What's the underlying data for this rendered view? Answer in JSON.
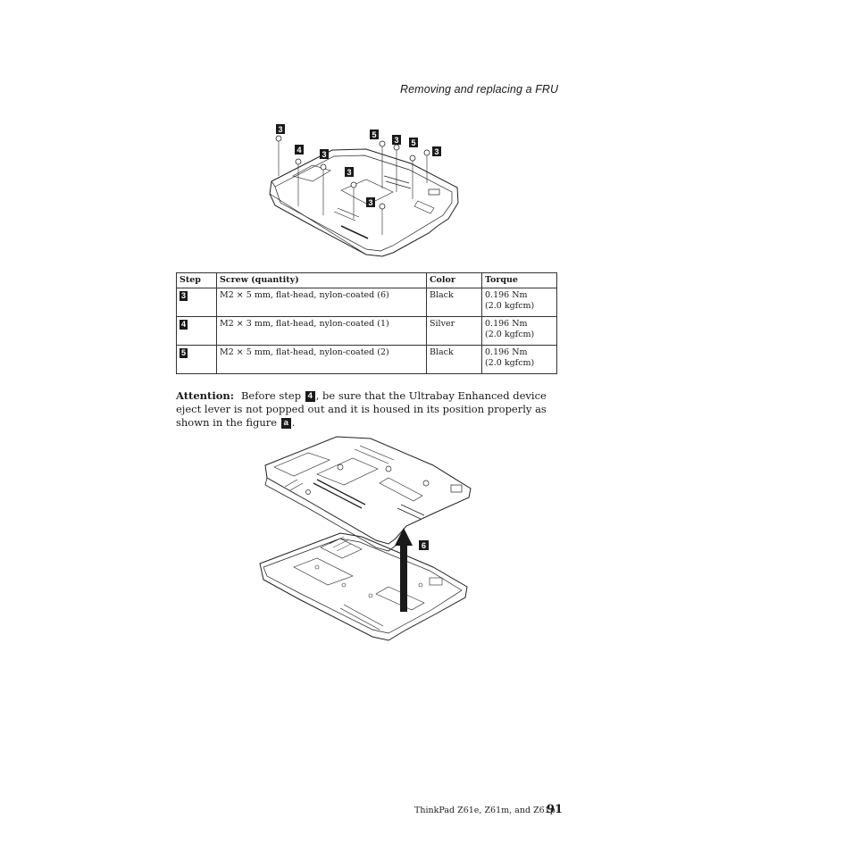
{
  "header": {
    "running_head": "Removing and replacing a FRU"
  },
  "figure1": {
    "callouts": [
      {
        "label": "3"
      },
      {
        "label": "4"
      },
      {
        "label": "3"
      },
      {
        "label": "3"
      },
      {
        "label": "5"
      },
      {
        "label": "3"
      },
      {
        "label": "5"
      },
      {
        "label": "3"
      },
      {
        "label": "3"
      }
    ]
  },
  "table": {
    "headers": [
      "Step",
      "Screw (quantity)",
      "Color",
      "Torque"
    ],
    "rows": [
      {
        "step": "3",
        "screw": "M2 × 5 mm, flat-head, nylon-coated (6)",
        "color": "Black",
        "torque_1": "0.196 Nm",
        "torque_2": "(2.0 kgfcm)"
      },
      {
        "step": "4",
        "screw": "M2 × 3 mm, flat-head, nylon-coated (1)",
        "color": "Silver",
        "torque_1": "0.196 Nm",
        "torque_2": "(2.0 kgfcm)"
      },
      {
        "step": "5",
        "screw": "M2 × 5 mm, flat-head, nylon-coated (2)",
        "color": "Black",
        "torque_1": "0.196 Nm",
        "torque_2": "(2.0 kgfcm)"
      }
    ]
  },
  "attention": {
    "label": "Attention:",
    "text_1": "Before step",
    "step_ref": "4",
    "text_2": ", be sure that the Ultrabay Enhanced device eject lever is not popped out and it is housed in its position properly as shown in the figure",
    "figure_ref": "a",
    "text_3": "."
  },
  "figure2": {
    "callout": "6"
  },
  "footer": {
    "product": "ThinkPad Z61e, Z61m, and Z61p",
    "page_number": "91"
  }
}
